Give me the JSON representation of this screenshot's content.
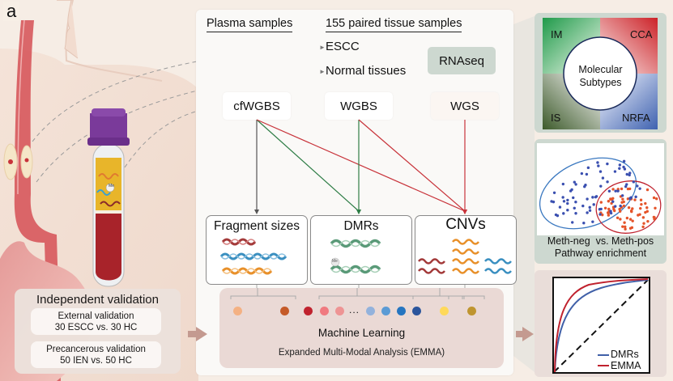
{
  "panel_label": "a",
  "sources": {
    "plasma_header": "Plasma samples",
    "tissue_header": "155 paired tissue samples",
    "tissue_types": [
      "ESCC",
      "Normal tissues"
    ],
    "rnaseq_label": "RNAseq"
  },
  "techniques": [
    {
      "label": "cfWGBS"
    },
    {
      "label": "WGBS"
    },
    {
      "label": "WGS"
    }
  ],
  "features": [
    {
      "label": "Fragment sizes"
    },
    {
      "label": "DMRs",
      "methyl_mark": "Me"
    },
    {
      "label": "CNVs"
    }
  ],
  "connections": [
    {
      "from": "cfWGBS",
      "to": "Fragment sizes",
      "color": "#555555"
    },
    {
      "from": "cfWGBS",
      "to": "DMRs",
      "color": "#2e7d46"
    },
    {
      "from": "cfWGBS",
      "to": "CNVs",
      "color": "#c8333a"
    },
    {
      "from": "WGBS",
      "to": "DMRs",
      "color": "#2e7d46"
    },
    {
      "from": "WGBS",
      "to": "CNVs",
      "color": "#c8333a"
    },
    {
      "from": "WGS",
      "to": "CNVs",
      "color": "#c8333a"
    }
  ],
  "machine_learning": {
    "title": "Machine Learning",
    "subtitle": "Expanded Multi-Modal Analysis (EMMA)",
    "ellipsis": "...",
    "feature_dots": {
      "fragment": [
        "#f4b183",
        "#c55a28"
      ],
      "dmr": [
        "#c0222e",
        "#f07a80",
        "#ee9494",
        "#93b2dc",
        "#5b9bd5",
        "#2575c0",
        "#2b559c"
      ],
      "cnv": [
        "#ffd95a",
        "#bf9530"
      ]
    }
  },
  "validation": {
    "title": "Independent validation",
    "items": [
      {
        "line1": "External validation",
        "line2": "30 ESCC vs. 30 HC"
      },
      {
        "line1": "Precancerous validation",
        "line2": "50 IEN vs. 50 HC"
      }
    ]
  },
  "tube": {
    "methyl_mark": "Me",
    "cap_color": "#7a3a9a",
    "plasma_color": "#e8b52a",
    "blood_color": "#a8232a"
  },
  "subtypes": {
    "center_label_line1": "Molecular",
    "center_label_line2": "Subtypes",
    "quadrants": [
      {
        "label": "IM",
        "color": "#1f9a4a"
      },
      {
        "label": "CCA",
        "color": "#cc2228"
      },
      {
        "label": "IS",
        "color": "#3c5a2a"
      },
      {
        "label": "NRFA",
        "color": "#3f62b0"
      }
    ]
  },
  "pathway": {
    "line1": "Meth-neg  vs. Meth-pos",
    "line2": "Pathway enrichment",
    "neg_color": "#3a4fb0",
    "pos_color": "#e5542a"
  },
  "roc": {
    "legend": [
      {
        "label": "DMRs",
        "color": "#4060a8"
      },
      {
        "label": "EMMA",
        "color": "#c0222e"
      }
    ]
  }
}
